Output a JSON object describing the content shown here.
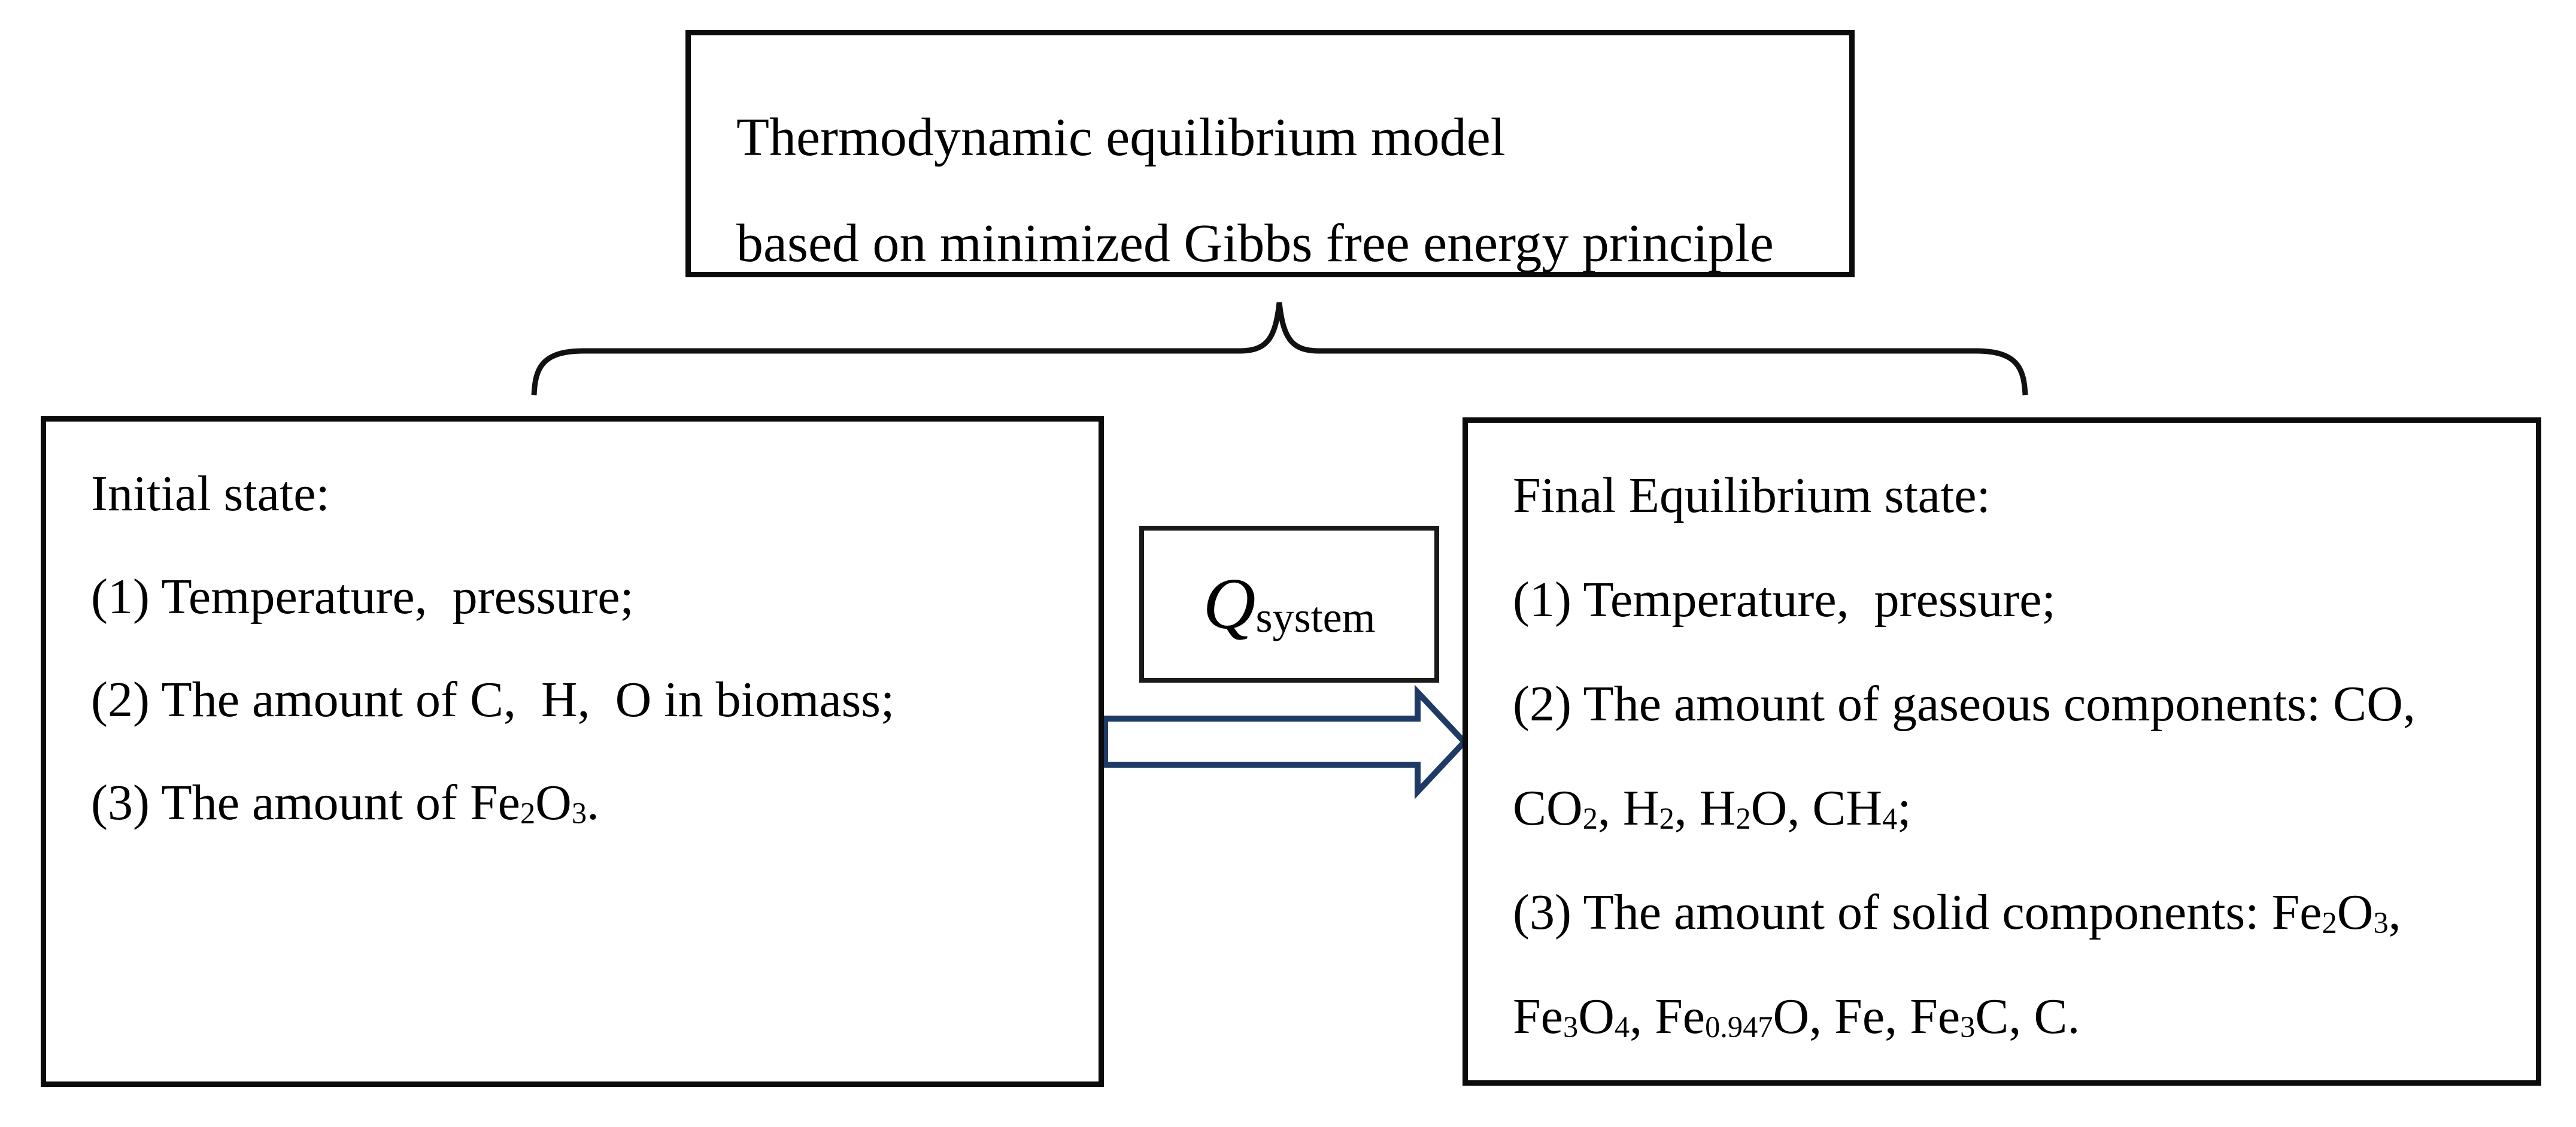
{
  "figure": {
    "description": "Flow diagram of a thermodynamic equilibrium model linking an initial state to a final equilibrium state via heat of the system"
  },
  "top_box": {
    "line1": "Thermodynamic equilibrium model",
    "line2": "based on minimized Gibbs free energy principle"
  },
  "left_box": {
    "title": "Initial state：",
    "items": [
      "(1) Temperature、pressure;",
      "(2) The amount of C、H、O in biomass;",
      "(3) The amount of Fe_{2}O_{3}."
    ]
  },
  "q_box": {
    "symbol": "Q",
    "subscript": "system"
  },
  "right_box": {
    "title": "Final Equilibrium state：",
    "items": [
      "(1) Temperature、pressure;",
      "(2) The amount of gaseous components: CO,",
      "CO_{2}, H_{2}, H_{2}O, CH_{4};",
      "(3) The amount of solid components: Fe_{2}O_{3},",
      "Fe_{3}O_{4}, Fe_{0.947}O, Fe, Fe_{3}C, C."
    ]
  },
  "colors": {
    "arrow_outline": "#1f3a64",
    "line_black": "#0b0b0b",
    "background": "#ffffff"
  }
}
